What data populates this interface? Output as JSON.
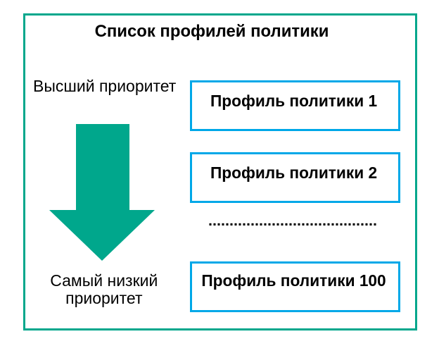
{
  "diagram": {
    "title": "Список профилей политики",
    "priority_scale": {
      "top_label": "Высший приоритет",
      "bottom_label": "Самый низкий приоритет",
      "arrow_direction": "down"
    },
    "profiles": [
      {
        "label": "Профиль политики 1"
      },
      {
        "label": "Профиль политики 2"
      },
      {
        "label": "Профиль политики 100"
      }
    ],
    "ellipsis": "........................................",
    "colors": {
      "frame_border": "#00A78C",
      "arrow_fill": "#00A78C",
      "profile_box_border": "#00A8E8",
      "text": "#000000",
      "background": "#FFFFFF"
    }
  }
}
